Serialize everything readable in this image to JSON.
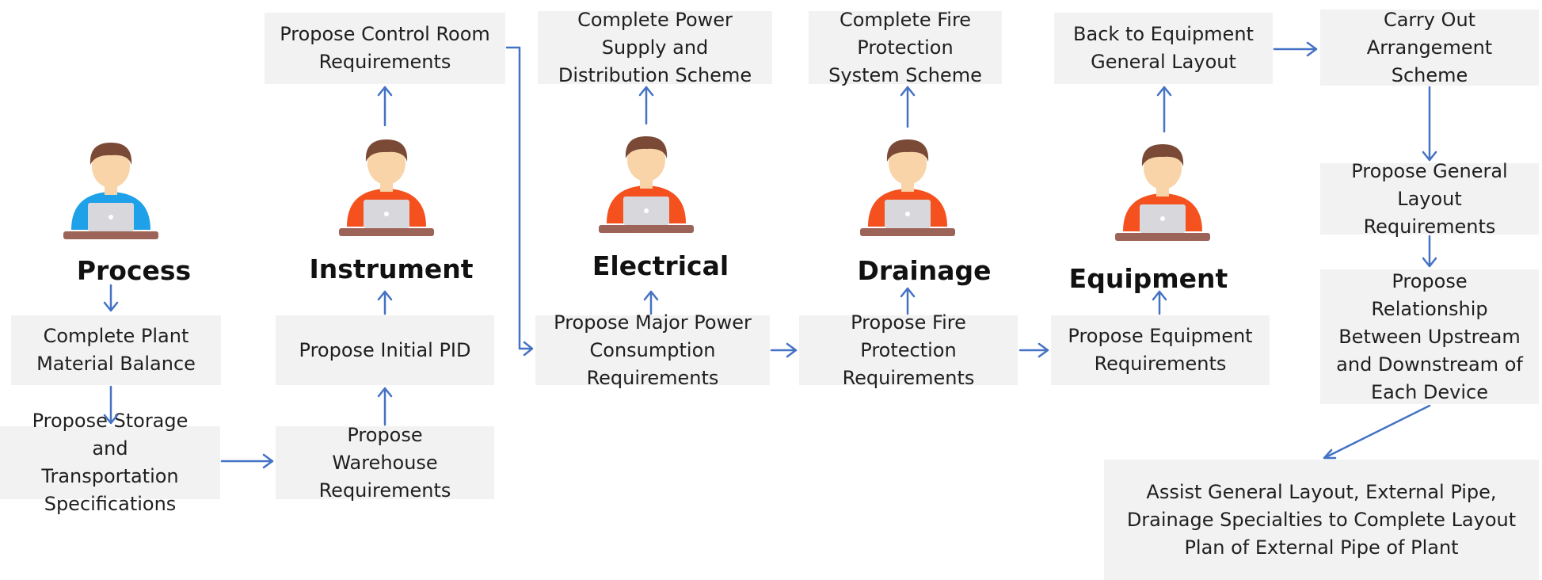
{
  "colors": {
    "box_fill": "#f2f2f2",
    "arrow": "#4472c4",
    "process_shirt": "#1ea1e8",
    "other_shirt": "#f4511e"
  },
  "icons": {
    "person": "person-at-laptop-icon"
  },
  "roles": {
    "process": "Process",
    "instrument": "Instrument",
    "electrical": "Electrical",
    "drainage": "Drainage",
    "equipment": "Equipment"
  },
  "boxes": {
    "complete_plant_material_balance": "Complete Plant Material Balance",
    "propose_storage_transport": "Propose Storage and Transportation Specifications",
    "propose_warehouse": "Propose Warehouse Requirements",
    "propose_initial_pid": "Propose Initial PID",
    "propose_control_room": "Propose Control Room Requirements",
    "propose_major_power": "Propose Major Power Consumption Requirements",
    "complete_power_supply": "Complete Power Supply and Distribution Scheme",
    "propose_fire_protection": "Propose Fire Protection Requirements",
    "complete_fire_protection": "Complete Fire Protection System Scheme",
    "propose_equipment": "Propose Equipment Requirements",
    "back_to_equipment_layout": "Back to Equipment General Layout",
    "carry_out_arrangement": "Carry Out Arrangement Scheme",
    "propose_general_layout": "Propose General Layout Requirements",
    "propose_relationship": "Propose Relationship Between Upstream and Downstream of Each Device",
    "assist_general_layout": "Assist General Layout, External Pipe, Drainage Specialties to Complete Layout Plan of External Pipe of Plant"
  }
}
